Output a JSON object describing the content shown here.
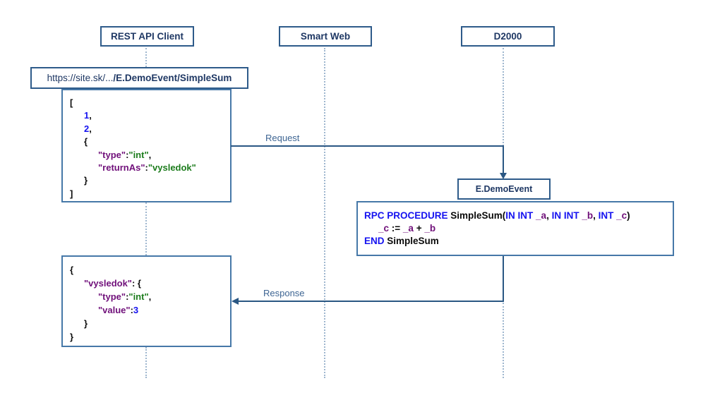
{
  "colors": {
    "black": "#0B0B0B",
    "blue": "#1512F0",
    "purple": "#70107A",
    "green": "#1C7C1C",
    "navy": "#1F3864",
    "label": "#3E6593",
    "line": "#2A5783"
  },
  "actors": [
    {
      "label": "REST API Client"
    },
    {
      "label": "Smart Web"
    },
    {
      "label": "D2000"
    }
  ],
  "url_box": {
    "normal": "https://site.sk/...",
    "bold": "/E.DemoEvent/SimpleSum"
  },
  "messages": {
    "request_label": "Request",
    "response_label": "Response"
  },
  "event_box_label": "E.DemoEvent",
  "request_json": [
    {
      "indent": 0,
      "seg": [
        [
          "black",
          "["
        ]
      ]
    },
    {
      "indent": 1,
      "seg": [
        [
          "blue",
          "1"
        ],
        [
          "black",
          ","
        ]
      ]
    },
    {
      "indent": 1,
      "seg": [
        [
          "blue",
          "2"
        ],
        [
          "black",
          ","
        ]
      ]
    },
    {
      "indent": 1,
      "seg": [
        [
          "black",
          "{"
        ]
      ]
    },
    {
      "indent": 2,
      "seg": [
        [
          "purple",
          "\"type\""
        ],
        [
          "black",
          ":"
        ],
        [
          "green",
          "\"int\""
        ],
        [
          "black",
          ","
        ]
      ]
    },
    {
      "indent": 2,
      "seg": [
        [
          "purple",
          "\"returnAs\""
        ],
        [
          "black",
          ":"
        ],
        [
          "green",
          "\"vysledok\""
        ]
      ]
    },
    {
      "indent": 1,
      "seg": [
        [
          "black",
          "}"
        ]
      ]
    },
    {
      "indent": 0,
      "seg": [
        [
          "black",
          "]"
        ]
      ]
    }
  ],
  "rpc_code": [
    {
      "indent": 0,
      "seg": [
        [
          "blue",
          "RPC PROCEDURE "
        ],
        [
          "black",
          "SimpleSum("
        ],
        [
          "blue",
          "IN INT "
        ],
        [
          "purple",
          "_a"
        ],
        [
          "black",
          ", "
        ],
        [
          "blue",
          "IN INT "
        ],
        [
          "purple",
          "_b"
        ],
        [
          "black",
          ", "
        ],
        [
          "blue",
          "INT "
        ],
        [
          "purple",
          "_c"
        ],
        [
          "black",
          ")"
        ]
      ]
    },
    {
      "indent": 1,
      "seg": [
        [
          "purple",
          "_c"
        ],
        [
          "black",
          " := "
        ],
        [
          "purple",
          "_a"
        ],
        [
          "black",
          " + "
        ],
        [
          "purple",
          "_b"
        ]
      ]
    },
    {
      "indent": 0,
      "seg": [
        [
          "blue",
          "END "
        ],
        [
          "black",
          "SimpleSum"
        ]
      ]
    }
  ],
  "response_json": [
    {
      "indent": 0,
      "seg": [
        [
          "black",
          "{"
        ]
      ]
    },
    {
      "indent": 1,
      "seg": [
        [
          "purple",
          "\"vysledok\""
        ],
        [
          "black",
          ": {"
        ]
      ]
    },
    {
      "indent": 2,
      "seg": [
        [
          "purple",
          "\"type\""
        ],
        [
          "black",
          ":"
        ],
        [
          "green",
          "\"int\""
        ],
        [
          "black",
          ","
        ]
      ]
    },
    {
      "indent": 2,
      "seg": [
        [
          "purple",
          "\"value\""
        ],
        [
          "black",
          ":"
        ],
        [
          "blue",
          "3"
        ]
      ]
    },
    {
      "indent": 1,
      "seg": [
        [
          "black",
          "}"
        ]
      ]
    },
    {
      "indent": 0,
      "seg": [
        [
          "black",
          "}"
        ]
      ]
    }
  ]
}
